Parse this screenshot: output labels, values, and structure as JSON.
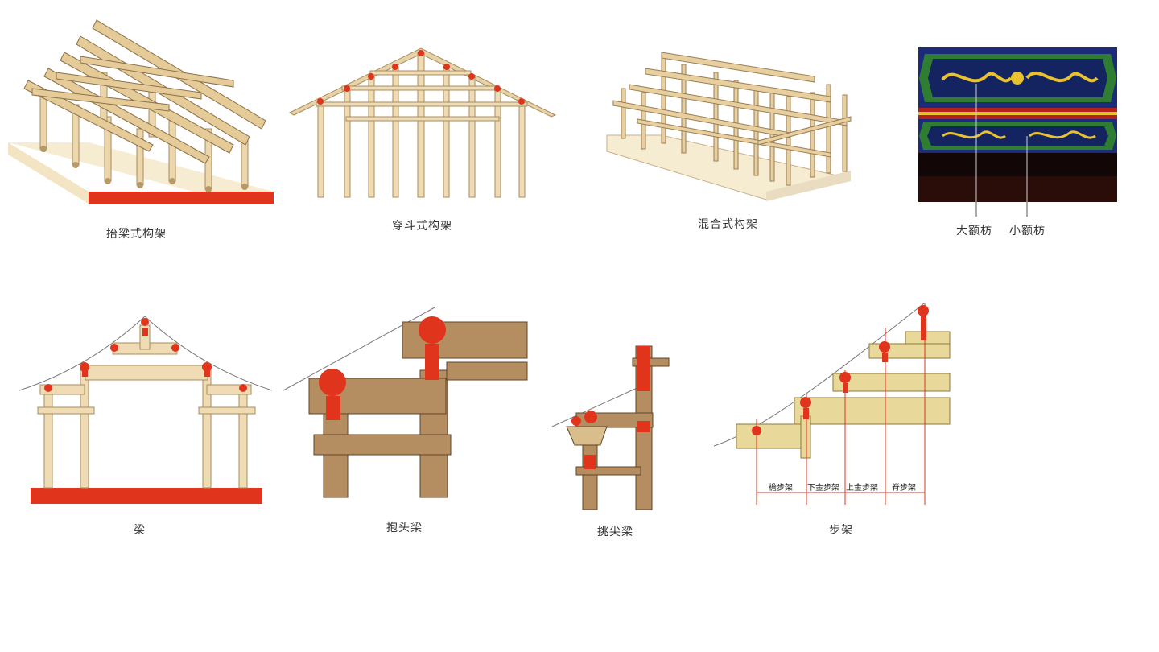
{
  "colors": {
    "red": "#e0341c",
    "timber_light": "#f2dfb8",
    "timber_mid": "#d9bd8a",
    "timber_dark": "#8a6a46",
    "base_cream": "#f6ecd2",
    "paint_green": "#2f7d33",
    "paint_gold": "#e9c22d",
    "paint_blue": "#1c2a7a"
  },
  "panels": {
    "tailiang": {
      "caption": "抬梁式构架"
    },
    "chuandou": {
      "caption": "穿斗式构架"
    },
    "hunhe": {
      "caption": "混合式构架"
    },
    "efang": {
      "label_big": "大额枋",
      "label_small": "小额枋"
    },
    "liang": {
      "caption": "梁"
    },
    "baotou": {
      "caption": "抱头梁"
    },
    "tiaojian": {
      "caption": "挑尖梁"
    },
    "bujia": {
      "caption": "步架",
      "segments": [
        "檐步架",
        "下金步架",
        "上金步架",
        "脊步架"
      ]
    }
  }
}
